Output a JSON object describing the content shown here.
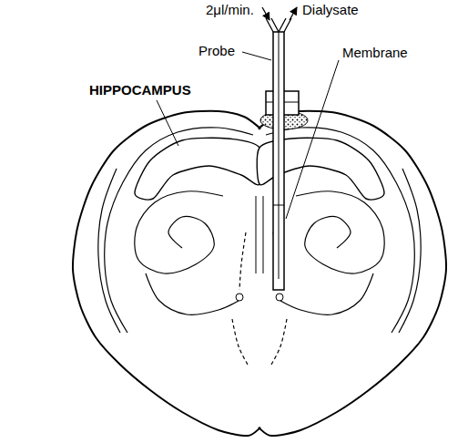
{
  "diagram": {
    "labels": [
      "2μl/min.",
      "Dialysate",
      "Probe",
      "Membrane",
      "HIPPOCAMPUS"
    ]
  }
}
